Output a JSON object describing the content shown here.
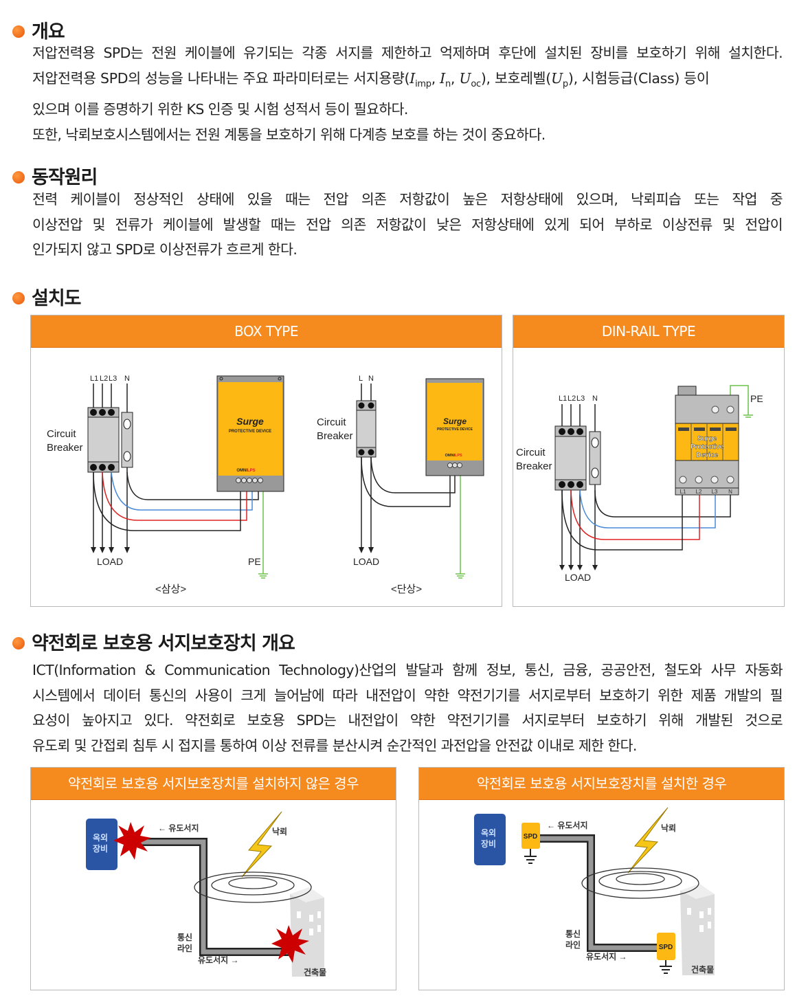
{
  "sections": {
    "overview": {
      "title": "개요",
      "line1": "저압전력용 SPD는 전원 케이블에 유기되는 각종 서지를 제한하고 억제하며 후단에 설치된 장비를 보호하기 위해 설치한다.",
      "line2_a": "저압전력용 SPD의 성능을 나타내는 주요 파라미터로는 서지용량(",
      "I": "I",
      "U": "U",
      "sub_imp": "imp",
      "sub_n": "n",
      "sub_oc": "oc",
      "sub_p": "p",
      "sep": ", ",
      "line2_b": "), 보호레벨(",
      "line2_c": "), 시험등급(Class) 등이",
      "line3": "있으며 이를 증명하기 위한 KS 인증 및 시험 성적서 등이 필요하다.",
      "line4": "또한, 낙뢰보호시스템에서는 전원 계통을 보호하기 위해 다계층 보호를 하는 것이 중요하다."
    },
    "principle": {
      "title": "동작원리",
      "lines": [
        "전력 케이블이 정상적인 상태에 있을 때는 전압 의존 저항값이 높은 저항상태에 있으며, 낙뢰피습 또는 작업 중",
        "이상전압 및 전류가 케이블에 발생할 때는 전압 의존 저항값이 낮은 저항상태에 있게 되어 부하로 이상전류 및 전압이",
        "인가되지 않고 SPD로 이상전류가 흐르게 한다."
      ]
    },
    "install": {
      "title": "설치도",
      "box": {
        "header": "BOX TYPE",
        "cb1": "Circuit",
        "cb2": "Breaker",
        "l1": "L1",
        "l2": "L2",
        "l3": "L3",
        "n": "N",
        "l": "L",
        "load": "LOAD",
        "pe": "PE",
        "brand1": "Surge",
        "brand2": "PROTECTIVE DEVICE",
        "omni": "OMNI",
        "lps": "LPS",
        "three": "<삼상>",
        "single": "<단상>"
      },
      "din": {
        "header": "DIN-RAIL TYPE",
        "cb1": "Circuit",
        "cb2": "Breaker",
        "l1": "L1",
        "l2": "L2",
        "l3": "L3",
        "n": "N",
        "load": "LOAD",
        "pe": "PE",
        "spd1": "Surge",
        "spd2": "Protective",
        "spd3": "Device"
      }
    },
    "signal": {
      "title": "약전회로 보호용 서지보호장치 개요",
      "lines": [
        "ICT(Information & Communication Technology)산업의 발달과 함께 정보, 통신, 금융, 공공안전, 철도와 사무 자동화",
        "시스템에서 데이터 통신의 사용이 크게 늘어남에 따라 내전압이 약한 약전기기를 서지로부터 보호하기 위한 제품 개발의 필",
        "요성이 높아지고 있다. 약전회로 보호용 SPD는 내전압이 약한 약전기기를 서지로부터 보호하기 위해 개발된 것으로",
        "유도뢰 및 간접뢰 침투 시 접지를 통하여 이상 전류를 분산시켜 순간적인 과전압을 안전값 이내로 제한 한다."
      ],
      "without": {
        "header": "약전회로 보호용 서지보호장치를 설치하지 않은 경우",
        "equip1": "옥외",
        "equip2": "장비",
        "surge_in": "← 유도서지",
        "lightning": "낙뢰",
        "line1": "통신",
        "line2": "라인",
        "surge_out": "유도서지 →",
        "building": "건축물"
      },
      "with": {
        "header": "약전회로 보호용 서지보호장치를 설치한 경우",
        "equip1": "옥외",
        "equip2": "장비",
        "spd": "SPD",
        "surge_in": "← 유도서지",
        "lightning": "낙뢰",
        "line1": "통신",
        "line2": "라인",
        "surge_out": "유도서지 →",
        "building": "건축물"
      }
    }
  },
  "colors": {
    "accent": "#f58a1f",
    "spd_yellow": "#fdb813",
    "red_wire": "#e02020",
    "blue_wire": "#4a8ad8",
    "pe_green": "#6cc24a"
  }
}
